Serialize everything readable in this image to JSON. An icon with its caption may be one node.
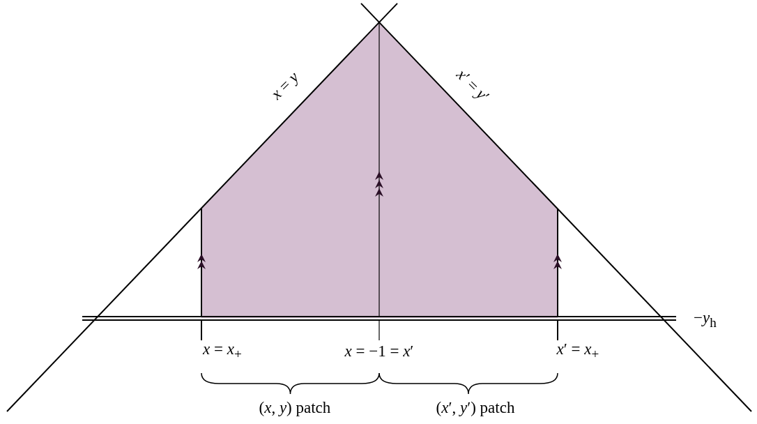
{
  "diagram": {
    "labels": [
      "*x* = *y*",
      "*x*′ = *y*′",
      "−*y*$_{h}$",
      "*x* = *x*$_{+}$",
      "*x* = −1 = *x*′",
      "*x*′ = *x*$_{+}$",
      "(*x*, *y*) patch",
      "(*x*′, *y*′) patch"
    ]
  }
}
